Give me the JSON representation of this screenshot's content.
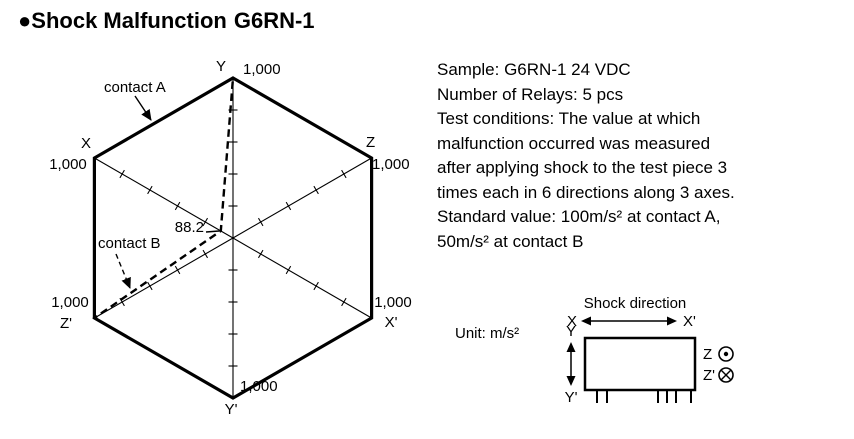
{
  "header": {
    "bullet": "●",
    "title": "Shock Malfunction",
    "model": "G6RN-1"
  },
  "description": {
    "lines": [
      "Sample: G6RN-1 24 VDC",
      "Number of Relays: 5 pcs",
      "Test conditions: The value at which",
      "malfunction occurred was measured",
      "after applying shock to the test piece 3",
      "times each in 6 directions along 3 axes.",
      "Standard value: 100m/s² at contact A,",
      "50m/s² at contact B"
    ]
  },
  "chart_data": {
    "type": "radar",
    "title": "Shock Malfunction G6RN-1",
    "unit": "m/s²",
    "axes": [
      "Y",
      "Z",
      "X'",
      "Y'",
      "Z'",
      "X"
    ],
    "axis_angles_deg": [
      90,
      30,
      -30,
      -90,
      -150,
      150
    ],
    "max": 1000,
    "axis_max_label": "1,000",
    "tick_fractions": [
      0.2,
      0.4,
      0.6,
      0.8
    ],
    "series": [
      {
        "name": "contact A",
        "line_style": "solid",
        "values": [
          1000,
          1000,
          1000,
          1000,
          1000,
          1000
        ]
      },
      {
        "name": "contact B",
        "line_style": "dashed",
        "values": [
          1000,
          1000,
          1000,
          1000,
          1000,
          88.2
        ]
      }
    ],
    "annotation": {
      "text": "88.2",
      "axis": "X",
      "value": 88.2
    }
  },
  "diagram": {
    "title": "Shock direction",
    "unit_label": "Unit: m/s²",
    "x_label": "X",
    "x_prime_label": "X'",
    "y_label": "Y",
    "y_prime_label": "Y'",
    "z_label": "Z",
    "z_prime_label": "Z'"
  }
}
